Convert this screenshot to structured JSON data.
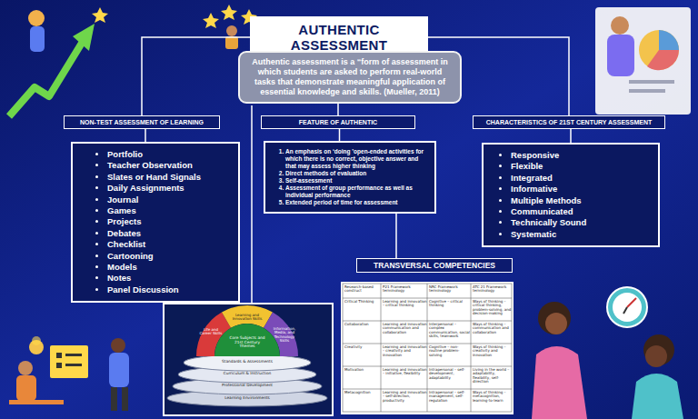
{
  "diagram": {
    "nodes": [
      {
        "text": [
          "AUTHENTIC ASSESSMENT"
        ]
      },
      {
        "text": [
          "Authentic assessment is a “form of assessment in which students are asked to perform real-world tasks that demonstrate meaningful application of essential knowledge and skills. (Mueller, 2011)"
        ]
      },
      {
        "text": [
          "NON-TEST ASSESSMENT OF LEARNING"
        ]
      },
      {
        "text": [
          "Portfolio",
          "Teacher Observation",
          "Slates or Hand Signals",
          "Daily Assignments",
          "Journal",
          "Games",
          "Projects",
          "Debates",
          "Checklist",
          "Cartooning",
          "Models",
          "Notes",
          "Panel Discussion"
        ]
      },
      {
        "text": [
          "FEATURE OF AUTHENTIC"
        ]
      },
      {
        "text": [
          "An emphasis on ‘doing ’open-ended activities for which there is no correct, objective answer and that may assess higher thinking",
          "Direct methods of evaluation",
          "Self-assessment",
          "Assessment of group performance as well as individual performance",
          "Extended period of time for assessment"
        ]
      },
      {
        "text": [
          "CHARACTERISTICS OF 21ST CENTURY ASSESSMENT"
        ]
      },
      {
        "text": [
          "Responsive",
          "Flexible",
          "Integrated",
          "Informative",
          "Multiple Methods",
          "Communicated",
          "Technically Sound",
          "Systematic"
        ]
      },
      {
        "text": [
          "TRANSVERSAL COMPETENCIES"
        ]
      }
    ],
    "edges": [
      {
        "from": 0,
        "to": 1,
        "arrow": "none"
      },
      {
        "from": 0,
        "to": 2,
        "arrow": "none"
      },
      {
        "from": 0,
        "to": 6,
        "arrow": "none"
      },
      {
        "from": 1,
        "to": 4,
        "arrow": "none"
      },
      {
        "from": 2,
        "to": 3,
        "arrow": "none"
      },
      {
        "from": 4,
        "to": 5,
        "arrow": "none"
      },
      {
        "from": 6,
        "to": 7,
        "arrow": "none"
      },
      {
        "from": 5,
        "to": 8,
        "arrow": "none"
      }
    ],
    "labels": [
      "Life and Career Skills",
      "Learning and Innovation Skills",
      "Information, Media, and Technology Skills",
      "Core Subjects and 21st Century Themes",
      "Standards & Assessments",
      "Curriculum & Instruction",
      "Professional Development",
      "Learning Environments",
      "Research-based construct",
      "P21 Framework terminology",
      "NRC Framework terminology",
      "ATC 21 Framework terminology",
      "Critical Thinking",
      "Learning and innovation – critical thinking",
      "Cognitive – critical thinking",
      "Ways of thinking – critical thinking, problem-solving, and decision-making",
      "Collaboration",
      "Learning and innovation communication and collaboration",
      "Interpersonal – complex communication, social skills, teamwork",
      "Ways of thinking – communication and collaboration",
      "Creativity",
      "Learning and innovation – creativity and innovation",
      "Cognitive – non-routine problem-solving",
      "Ways of thinking – creativity and innovation",
      "Motivation",
      "Learning and innovation – initiative, flexibility",
      "Intrapersonal – self-development, adaptability",
      "Living in the world – adaptability, flexibility, self-direction",
      "Metacognition",
      "Learning and innovation – self-direction, productivity",
      "Intrapersonal – self-management, self-regulation",
      "Ways of thinking – metacognition, learning-to-learn"
    ]
  }
}
